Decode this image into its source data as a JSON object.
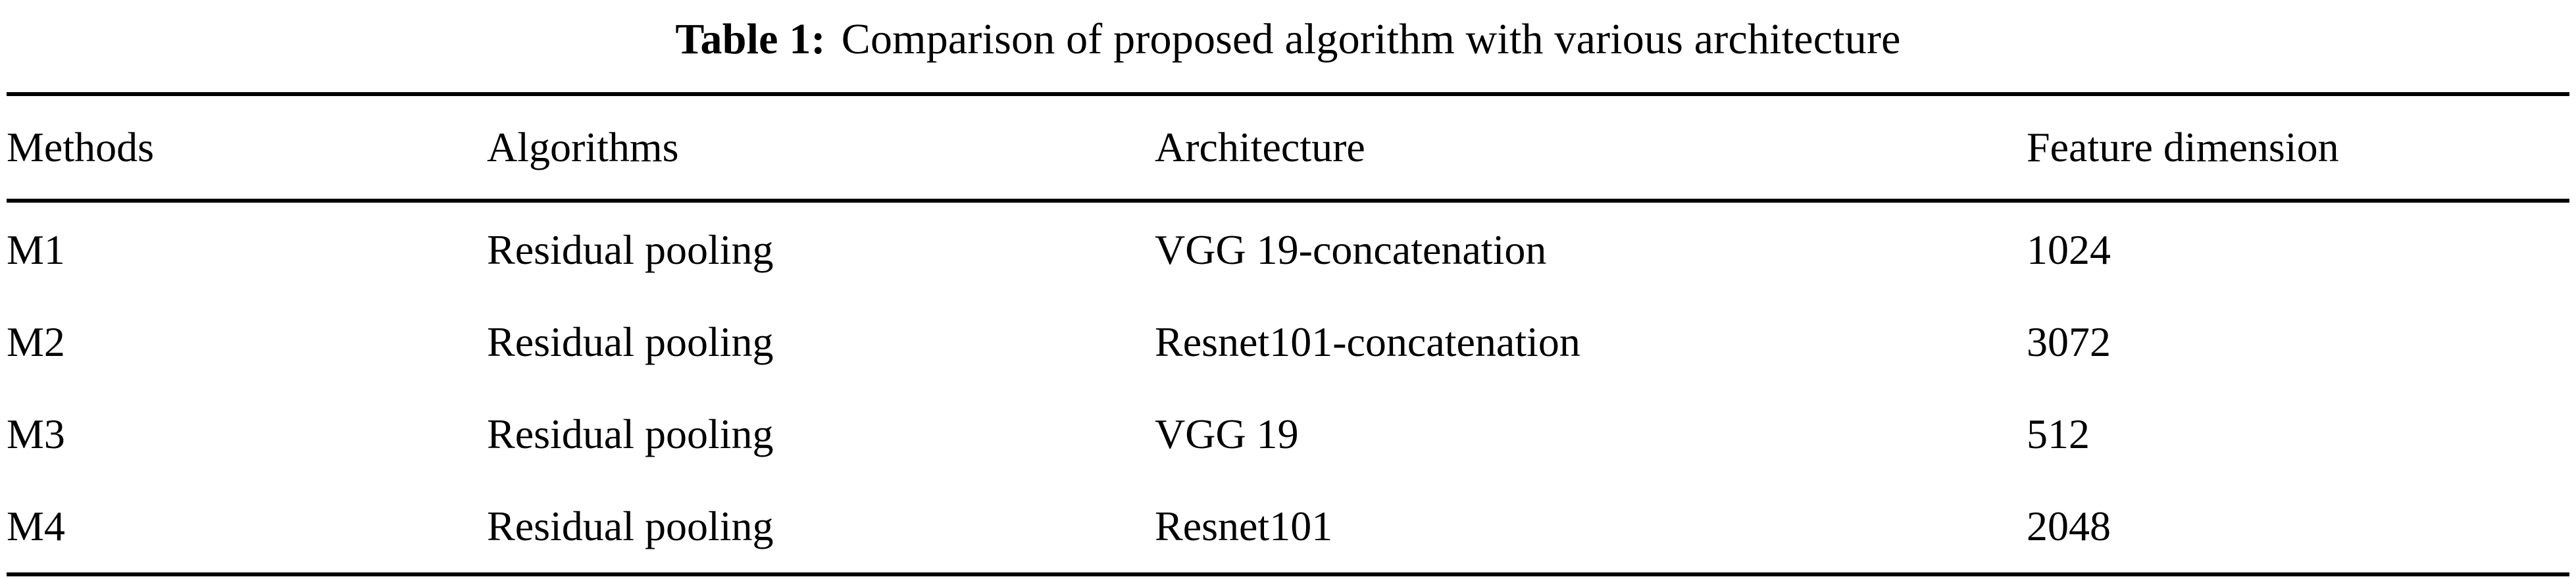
{
  "caption": {
    "number": "Table 1:",
    "text": "Comparison of proposed algorithm with various architecture"
  },
  "table": {
    "columns": [
      "Methods",
      "Algorithms",
      "Architecture",
      "Feature dimension"
    ],
    "rows": [
      {
        "method": "M1",
        "algorithm": "Residual pooling",
        "architecture": "VGG 19-concatenation",
        "feature_dimension": "1024"
      },
      {
        "method": "M2",
        "algorithm": "Residual pooling",
        "architecture": "Resnet101-concatenation",
        "feature_dimension": "3072"
      },
      {
        "method": "M3",
        "algorithm": "Residual pooling",
        "architecture": "VGG 19",
        "feature_dimension": "512"
      },
      {
        "method": "M4",
        "algorithm": "Residual pooling",
        "architecture": "Resnet101",
        "feature_dimension": "2048"
      }
    ]
  },
  "style": {
    "rule_color": "#000000",
    "text_color": "#000000",
    "background": "#ffffff"
  }
}
